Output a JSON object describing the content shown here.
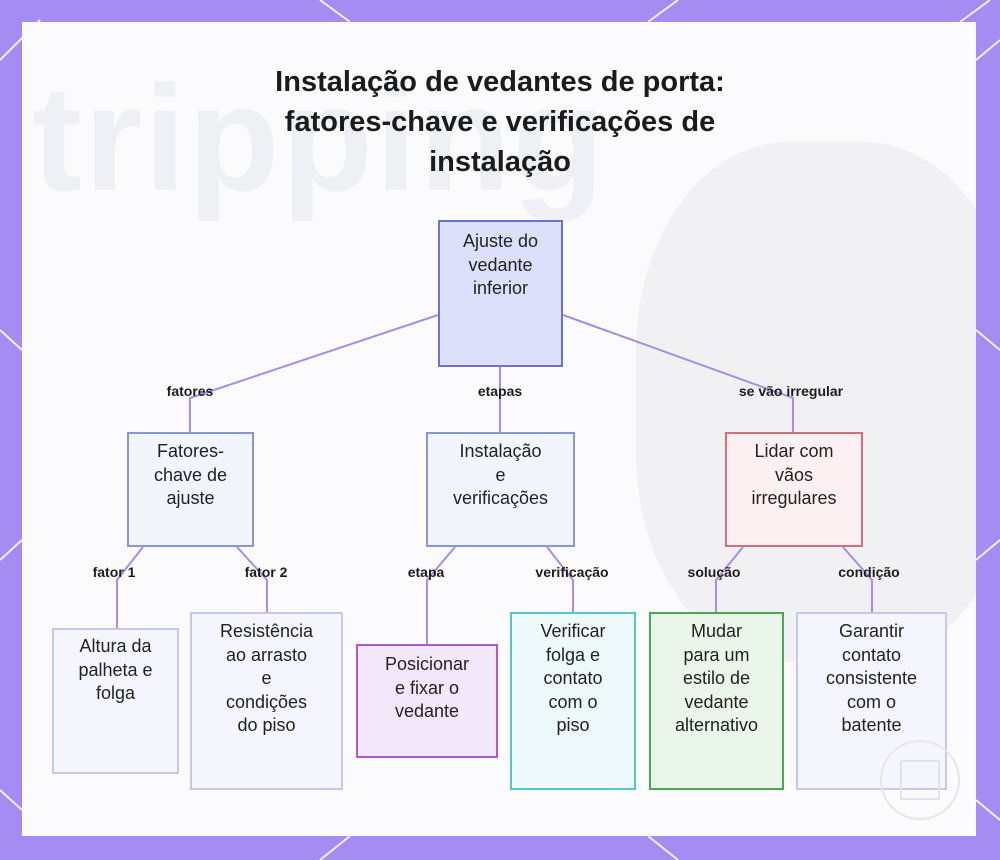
{
  "title": {
    "line1": "Instalação de vedantes de porta:",
    "line2": "fatores-chave e verificações de",
    "line3": "instalação"
  },
  "background_text": "tripping",
  "colors": {
    "frame": "#a58cf2",
    "connector": "#a58ee8",
    "root_fill": "#dde0fb",
    "root_border": "#6b72c9",
    "blue_fill": "#f3f5fd",
    "blue_border": "#8a95d6",
    "red_fill": "#fdf0f3",
    "red_border": "#d86b7c",
    "purple_fill": "#f3e8fb",
    "purple_border": "#a85bd3",
    "teal_fill": "#eef9fb",
    "teal_border": "#5bc3cf",
    "green_fill": "#eaf6ea",
    "green_border": "#4aa659",
    "leaf_fill": "#f5f6fd",
    "leaf_border": "#c4c9ec"
  },
  "nodes": {
    "root": [
      "Ajuste do",
      "vedante",
      "inferior"
    ],
    "factors": [
      "Fatores-",
      "chave de",
      "ajuste"
    ],
    "install": [
      "Instalação",
      "e",
      "verificações"
    ],
    "gaps": [
      "Lidar com",
      "vãos",
      "irregulares"
    ],
    "height": [
      "Altura da",
      "palheta e",
      "folga"
    ],
    "resistance": [
      "Resistência",
      "ao arrasto",
      "e",
      "condições",
      "do piso"
    ],
    "position": [
      "Posicionar",
      "e fixar o",
      "vedante"
    ],
    "verify": [
      "Verificar",
      "folga e",
      "contato",
      "com o",
      "piso"
    ],
    "change": [
      "Mudar",
      "para um",
      "estilo de",
      "vedante",
      "alternativo"
    ],
    "ensure": [
      "Garantir",
      "contato",
      "consistente",
      "com o",
      "batente"
    ]
  },
  "edges": {
    "fatores": "fatores",
    "etapas": "etapas",
    "se_vao": "se vão irregular",
    "fator1": "fator 1",
    "fator2": "fator 2",
    "etapa": "etapa",
    "verificacao": "verificação",
    "solucao": "solução",
    "condicao": "condição"
  },
  "logo_icon": "building-logo-icon"
}
